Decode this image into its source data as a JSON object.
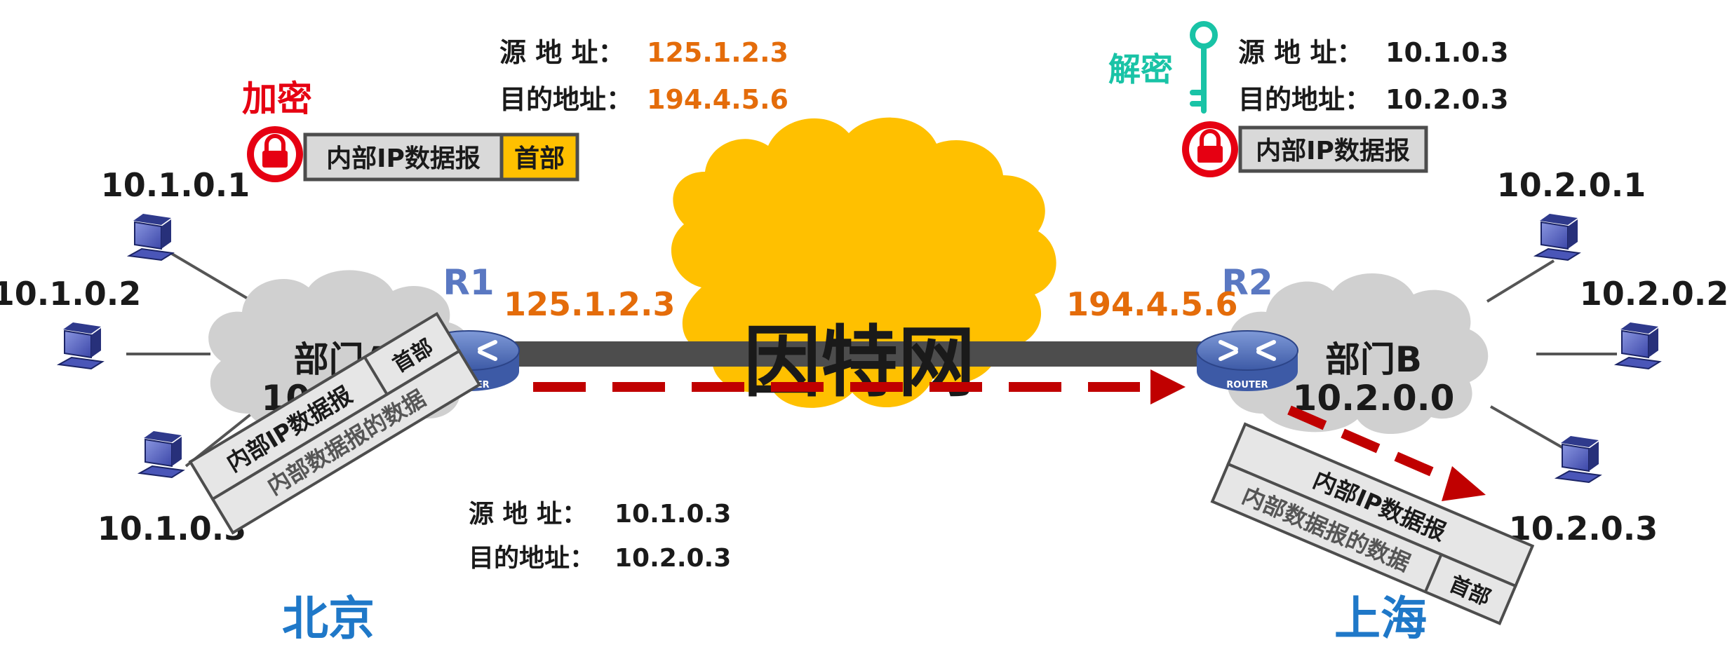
{
  "internet": {
    "label": "因特网"
  },
  "beijing": {
    "city": "北京",
    "network": {
      "name": "部门A",
      "address": "10.1.0.0"
    },
    "router": {
      "name": "R1",
      "public_ip": "125.1.2.3",
      "device_label": "ROUTER"
    },
    "hosts": [
      "10.1.0.1",
      "10.1.0.2",
      "10.1.0.3"
    ],
    "packet": {
      "label": "内部IP数据报",
      "data_label": "内部数据报的数据",
      "header_label": "首部",
      "src_label": "源 地 址：",
      "src_value": "10.1.0.3",
      "dst_label": "目的地址：",
      "dst_value": "10.2.0.3"
    }
  },
  "shanghai": {
    "city": "上海",
    "network": {
      "name": "部门B",
      "address": "10.2.0.0"
    },
    "router": {
      "name": "R2",
      "public_ip": "194.4.5.6",
      "device_label": "ROUTER"
    },
    "hosts": [
      "10.2.0.1",
      "10.2.0.2",
      "10.2.0.3"
    ],
    "packet": {
      "label": "内部IP数据报",
      "data_label": "内部数据报的数据",
      "header_label": "首部"
    }
  },
  "encrypt": {
    "label": "加密",
    "packet_label": "内部IP数据报",
    "header_label": "首部",
    "src_label": "源 地 址：",
    "src_value": "125.1.2.3",
    "dst_label": "目的地址：",
    "dst_value": "194.4.5.6"
  },
  "decrypt": {
    "label": "解密",
    "packet_label": "内部IP数据报",
    "src_label": "源 地 址：",
    "src_value": "10.1.0.3",
    "dst_label": "目的地址：",
    "dst_value": "10.2.0.3"
  },
  "colors": {
    "red": "#e60012",
    "orange": "#e46c0a",
    "teal": "#19c3a6",
    "blue": "#1f78c8",
    "router_blue": "#5a78c2",
    "cloud_grey": "#d0d0d0",
    "internet_yellow": "#ffc000",
    "arrow_red": "#c00000"
  }
}
